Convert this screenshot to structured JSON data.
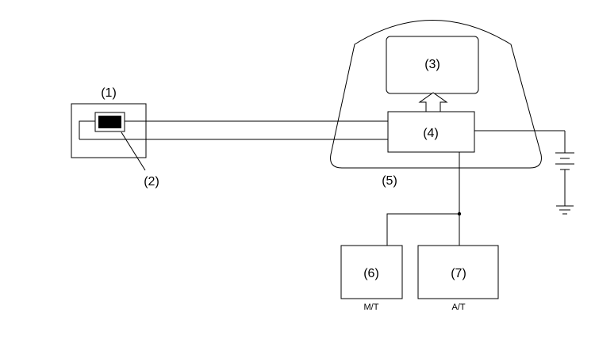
{
  "diagram": {
    "labels": {
      "component_1": "(1)",
      "component_2": "(2)",
      "component_3": "(3)",
      "component_4": "(4)",
      "component_5": "(5)",
      "component_6": "(6)",
      "component_7": "(7)"
    },
    "sublabels": {
      "manual_transmission": "M/T",
      "automatic_transmission": "A/T"
    },
    "colors": {
      "line": "#000000",
      "background": "#ffffff",
      "chip_fill": "#000000"
    }
  }
}
